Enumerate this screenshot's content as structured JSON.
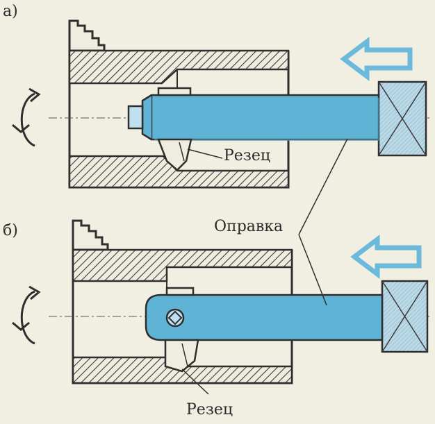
{
  "labels": {
    "panel_a": "а)",
    "panel_b": "б)",
    "cutter_a": "Резец",
    "cutter_b": "Резец",
    "mandrel": "Оправка"
  },
  "colors": {
    "paper": "#f1eee2",
    "mandrel": "#5fb4d6",
    "arrow": "#6cbadb",
    "holder": "#b9d8e6",
    "ink": "#2e2e2e"
  }
}
